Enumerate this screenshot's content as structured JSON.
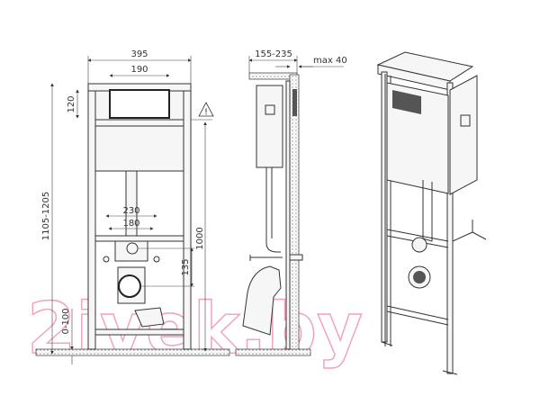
{
  "front_view": {
    "dimensions": {
      "total_width": "395",
      "plate_width": "190",
      "plate_height": "120",
      "frame_height": "1105-1205",
      "fixing_outer": "230",
      "fixing_inner": "180",
      "inlet_outlet_distance": "135",
      "mounting_height": "1000",
      "floor_adjust": "0-100"
    },
    "warning_icon": "warning-triangle-icon",
    "warning_symbol": "!"
  },
  "side_view": {
    "dimensions": {
      "depth": "155-235",
      "wall_max": "max 40"
    }
  },
  "watermark": "2ivek.by",
  "colors": {
    "line": "#333333",
    "watermark": "#f2a0b4"
  }
}
